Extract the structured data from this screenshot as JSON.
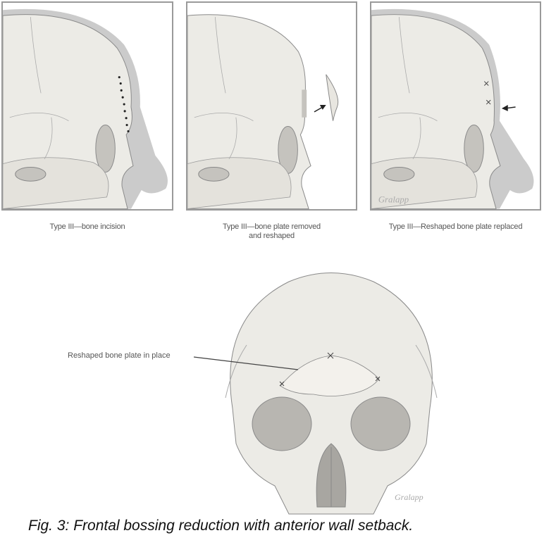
{
  "panels": [
    {
      "id": "panel-1",
      "caption": "Type III—bone incision",
      "markers": "dotted incision line on frontal bone"
    },
    {
      "id": "panel-2",
      "caption_line1": "Type III—bone plate removed",
      "caption_line2": "and reshaped",
      "markers": "removed bone plate with arrow"
    },
    {
      "id": "panel-3",
      "caption": "Type III—Reshaped bone plate replaced",
      "markers": "sutured plate with arrow",
      "signature": "Gralapp"
    }
  ],
  "frontal_view": {
    "label": "Reshaped bone plate in place",
    "signature": "Gralapp"
  },
  "figure_caption": "Fig. 3: Frontal bossing reduction with anterior wall setback.",
  "colors": {
    "bone": "#ecebe6",
    "bone_shadow": "#cfcdc8",
    "soft_tissue": "#c9c9c9",
    "outline": "#8a8a8a",
    "frame": "#9a9a9a",
    "caption_text": "#111111",
    "label_text": "#555555"
  }
}
